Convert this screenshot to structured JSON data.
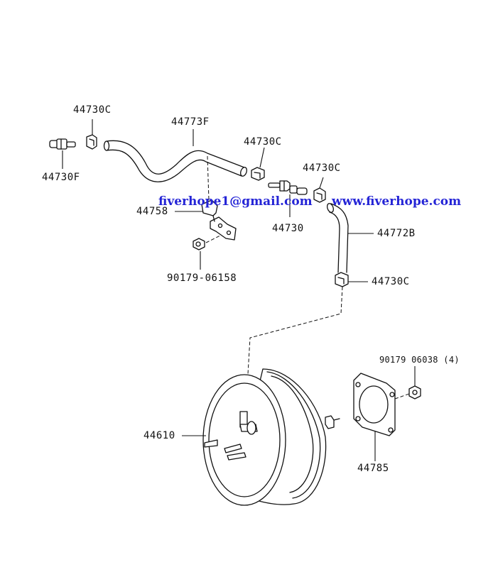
{
  "labels": {
    "clip_top_left": "44730C",
    "union_bolt": "44730F",
    "vacuum_hose_upper": "44773F",
    "clip_mid": "44730C",
    "clip_right": "44730C",
    "check_valve": "44730",
    "bracket": "44758",
    "vacuum_hose_right": "44772B",
    "nut_bracket": "90179-06158",
    "clip_lower": "44730C",
    "nut_gasket": "90179  06038 (4)",
    "brake_booster": "44610",
    "gasket": "44785"
  },
  "watermark": {
    "email": "fiverhope1@gmail.com",
    "website": "www.fiverhope.com",
    "color": "#2424d6"
  }
}
